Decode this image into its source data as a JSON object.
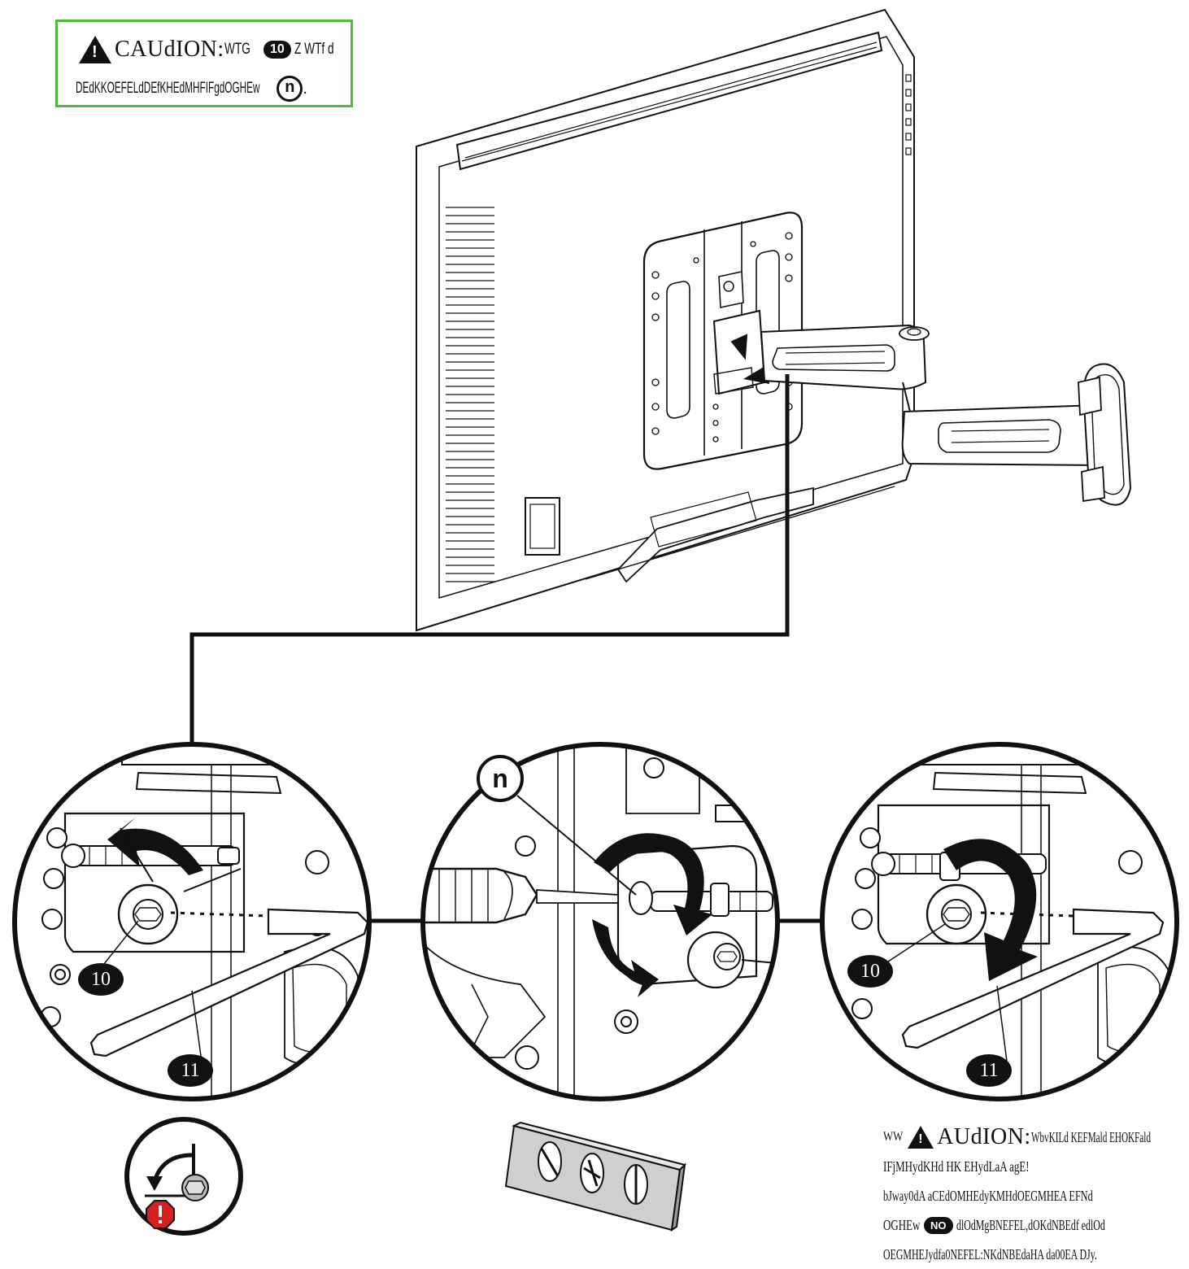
{
  "caution_top": {
    "line1_word": "CAUdION:",
    "line1_rest": "WTG",
    "line1_badge": "10",
    "line1_end": "Z WTf d",
    "line2_text": "DEdKKOEFELdDEfKHEdMHFIFgdOGHEw",
    "line2_badge": "n",
    "line2_end": "."
  },
  "callouts": {
    "left_allen_bolt": "10",
    "left_allen_key": "11",
    "center_screw": "n",
    "right_allen_bolt": "10",
    "right_allen_key": "11"
  },
  "caution_bottom": {
    "line1_prefix": "WW",
    "line1_word": "AUdION:",
    "line1_rest": "WbvKILd KEFMald EHOKFald",
    "line2": "IFjMHydKHd HK EHydLaA agE!",
    "line3": "bJway0dA aCEdOMHEdyKMHdOEGMHEA EFNd",
    "line4_a": "OGHEw",
    "line4_badge": "NO",
    "line4_b": "dlOdMgBNEFEL,dOKdNBEdf edlOd",
    "line5": "OEGMHEJydfa0NEFEL:NKdNBEdaHA da00EA DJy."
  },
  "colors": {
    "caution_border": "#4cbb3a",
    "stop_badge": "#d62020",
    "line": "#111111"
  },
  "icons": [
    "warning-triangle-icon",
    "counterclockwise-arrow-icon",
    "clockwise-arrow-icon",
    "stop-badge-icon",
    "hex-bolt-icon"
  ]
}
